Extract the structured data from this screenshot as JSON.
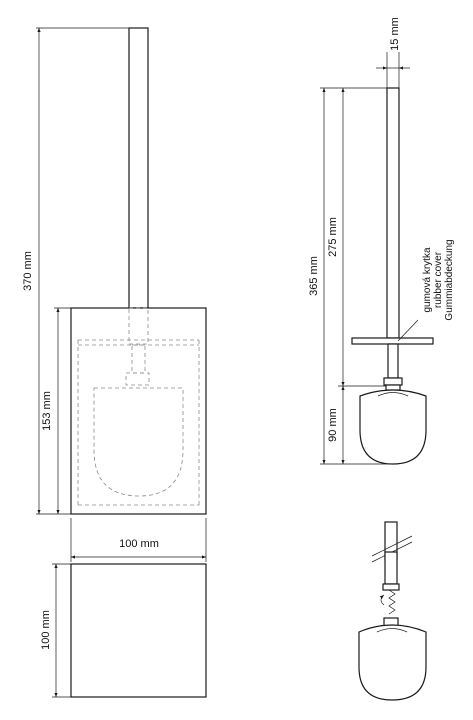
{
  "front_view": {
    "dim_total_height": "370 mm",
    "dim_holder_height": "153 mm",
    "dim_width": "100 mm"
  },
  "top_view": {
    "dim_depth": "100 mm"
  },
  "brush_view": {
    "dim_handle_diameter": "15 mm",
    "dim_brush_length": "365 mm",
    "dim_handle_length": "275 mm",
    "dim_head_height": "90 mm",
    "rubber_cover_label_cz": "gumová krytka",
    "rubber_cover_label_en": "rubber cover",
    "rubber_cover_label_de": "Gummiabdeckung"
  },
  "colors": {
    "line": "#1a1a1a",
    "hidden_line": "#8a8a8a",
    "background": "#ffffff"
  }
}
